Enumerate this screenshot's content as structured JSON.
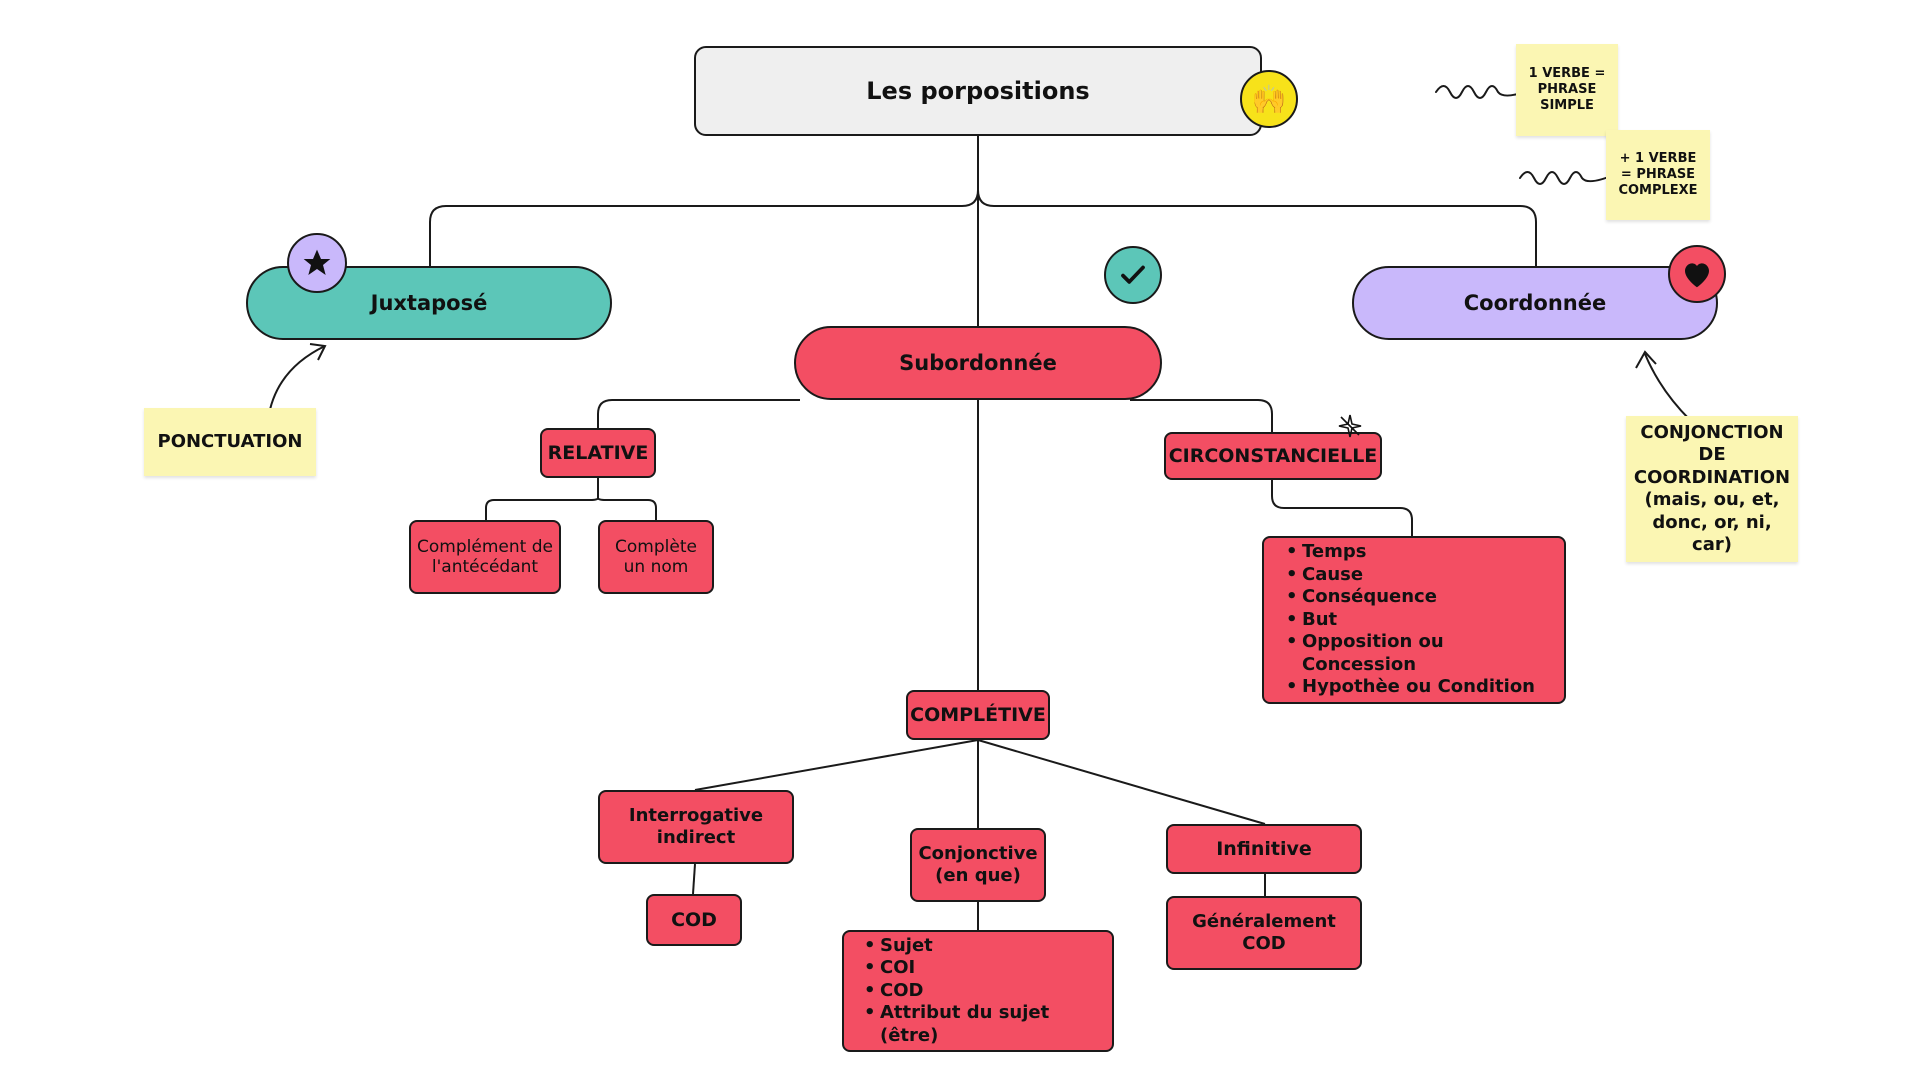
{
  "root": {
    "label": "Les porpositions",
    "badge_icon": "raised-hands-icon"
  },
  "juxtapose": {
    "label": "Juxtaposé",
    "badge_icon": "star-icon"
  },
  "coordonnee": {
    "label": "Coordonnée",
    "badge_icon": "heart-icon"
  },
  "subordonnee": {
    "label": "Subordonnée",
    "badge_icon": "checkmark-icon"
  },
  "relative": {
    "label": "RELATIVE",
    "children": [
      "Complément de l'antécédant",
      "Complète un nom"
    ]
  },
  "circonstancielle": {
    "label": "CIRCONSTANCIELLE",
    "items": [
      "Temps",
      "Cause",
      "Conséquence",
      "But",
      "Opposition ou Concession",
      "Hypothèe ou Condition"
    ]
  },
  "completive": {
    "label": "COMPLÉTIVE",
    "interrogative": {
      "label": "Interrogative indirect",
      "child": "COD"
    },
    "conjonctive": {
      "label": "Conjonctive (en que)",
      "items": [
        "Sujet",
        "COI",
        "COD",
        "Attribut du sujet (être)"
      ]
    },
    "infinitive": {
      "label": "Infinitive",
      "child": "Généralement COD"
    }
  },
  "notes": {
    "ponctuation": "PONCTUATION",
    "conjonction": "CONJONCTION DE COORDINATION (mais, ou, et, donc, or, ni, car)",
    "simple": "1 VERBE = PHRASE SIMPLE",
    "complexe": "+ 1 VERBE = PHRASE COMPLEXE"
  },
  "colors": {
    "red": "#f34e63",
    "teal": "#5cc6b8",
    "lavender": "#c9b8fb",
    "sticky": "#fbf6b3",
    "yellow_badge": "#f7e21a",
    "root_grey": "#efefef"
  }
}
